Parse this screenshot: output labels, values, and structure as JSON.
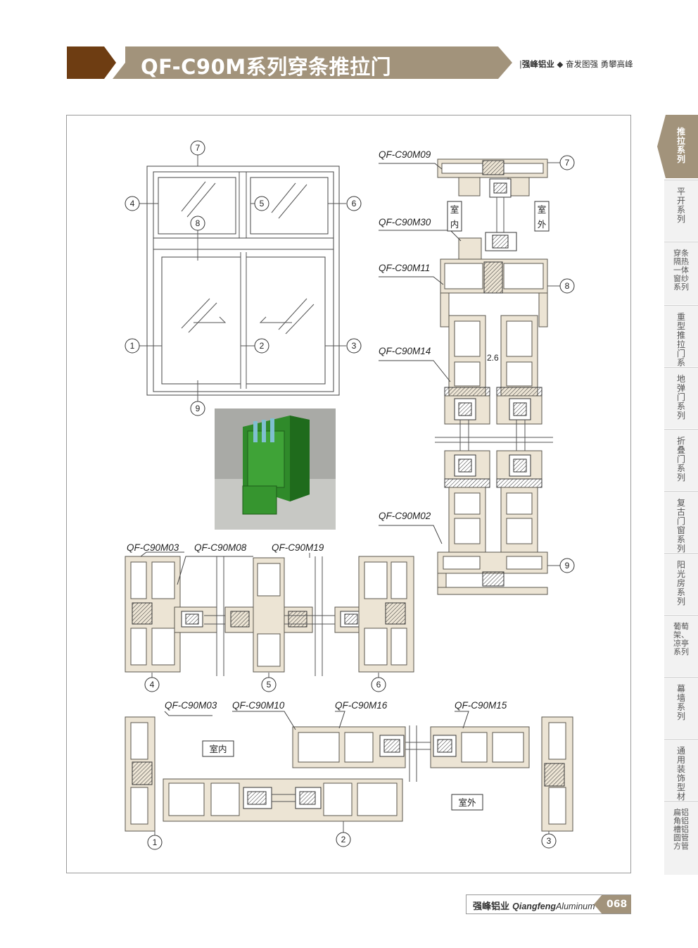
{
  "header": {
    "title": "QF-C90M系列穿条推拉门",
    "slogan_brand": "强峰铝业",
    "slogan_text": "奋发图强 勇攀高峰",
    "colors": {
      "brown": "#6e3d12",
      "tan": "#a2937b"
    }
  },
  "side_tabs": [
    {
      "label": "推拉系列",
      "active": true
    },
    {
      "label": "平开系列",
      "active": false
    },
    {
      "label": "穿条隔热一体窗纱系列",
      "active": false
    },
    {
      "label": "重型推拉门系列",
      "active": false
    },
    {
      "label": "地弹门系列",
      "active": false
    },
    {
      "label": "折叠门系列",
      "active": false
    },
    {
      "label": "复古门窗系列",
      "active": false
    },
    {
      "label": "阳光房系列",
      "active": false
    },
    {
      "label": "葡萄架、凉亭系列",
      "active": false
    },
    {
      "label": "幕墙系列",
      "active": false
    },
    {
      "label": "通用装饰型材",
      "active": false
    },
    {
      "label": "扁铝角铝槽铝圆管方管",
      "active": false
    }
  ],
  "elevation": {
    "markers": [
      "7",
      "4",
      "5",
      "6",
      "8",
      "1",
      "2",
      "3",
      "9"
    ]
  },
  "vertical_section": {
    "profiles": [
      "QF-C90M09",
      "QF-C90M30",
      "QF-C90M11",
      "QF-C90M14",
      "QF-C90M02"
    ],
    "indoor": "室内",
    "outdoor": "室外",
    "dimension": "2.6",
    "markers": [
      "7",
      "8",
      "9"
    ]
  },
  "transom_section": {
    "profiles": [
      "QF-C90M03",
      "QF-C90M08",
      "QF-C90M19"
    ],
    "markers": [
      "4",
      "5",
      "6"
    ]
  },
  "sash_section": {
    "profiles": [
      "QF-C90M03",
      "QF-C90M10",
      "QF-C90M16",
      "QF-C90M15"
    ],
    "indoor": "室内",
    "outdoor": "室外",
    "markers": [
      "1",
      "2",
      "3"
    ]
  },
  "footer": {
    "brand_cn": "强峰铝业",
    "brand_en_bold": "Qiangfeng",
    "brand_en": "Aluminum",
    "page": "068"
  }
}
